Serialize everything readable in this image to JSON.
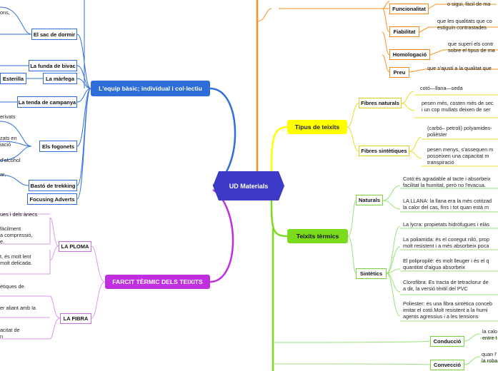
{
  "center": "UD Materials",
  "colors": {
    "blue": "#2f6ed8",
    "orange": "#f7931e",
    "yellow": "#ffff00",
    "green": "#7bdc1e",
    "purple": "#c02ee0",
    "center": "#3d3ac8"
  },
  "equip": {
    "title": "L'equip bàsic; individual i col·lectiu",
    "items": {
      "sac": "El sac de dormir",
      "funda": "La funda de bivac",
      "marfega": "La màrfega",
      "esterilla": "Esterilla",
      "tenda": "La tenda de campanya",
      "fogonets": "Els fogonets",
      "basto": "Bastó de trekking",
      "focusing": "Focusing Adverts"
    },
    "fragments": [
      "ons,",
      "erivats",
      "zats en",
      "iació",
      "d'alcohol",
      "ar,"
    ]
  },
  "farcit": {
    "title": "FARCIT TÈRMIC DELS TEIXITS",
    "ploma": "LA PLOMA",
    "fibra": "LA FIBRA",
    "fragments": [
      "ues i dels ànecs",
      "fàcilment",
      "a compressió,",
      "e.",
      "t, és molt lent",
      "molt delicada.",
      "ètiques de",
      "er aliant amb la",
      "acitat de",
      "n"
    ]
  },
  "qualitat": {
    "items": [
      {
        "label": "Funcionalitat",
        "desc": [
          "o sigui, fàcil de ma"
        ]
      },
      {
        "label": "Fiabilitat",
        "desc": [
          "que les qualitats que co",
          "estiguin contrastades"
        ]
      },
      {
        "label": "Homologació",
        "desc": [
          "que superi els contr",
          "sobre el tipus de ma"
        ]
      },
      {
        "label": "Preu",
        "desc": [
          "que s'ajusti a la qualitat que"
        ]
      }
    ]
  },
  "tipus": {
    "title": "Tipus de teixits",
    "naturals": {
      "label": "Fibres naturals",
      "desc1": [
        "cotó—llana—seda"
      ],
      "desc2": [
        "pesen més, costen més de sec",
        "i un cop mullats deixen de ser"
      ]
    },
    "sintetiques": {
      "label": "Fibres sintètiques",
      "desc1": [
        "(carbó– petroli) polyamides-",
        "polièster"
      ],
      "desc2": [
        "pesen menys, s'assequen m",
        "posseixen una capacitat m",
        "transpiració"
      ]
    }
  },
  "termics": {
    "title": "Teixits tèrmics",
    "naturals": {
      "label": "Naturals",
      "items": [
        [
          "Cotó:és agradable al tacte i absorbeix",
          "facilitat la humitat, però no l'evacua."
        ],
        [
          "LA LLANA: la llana era la més cotitzad",
          "la calor del cas, fins i tot quan està m"
        ]
      ]
    },
    "sintetics": {
      "label": "Sintètics",
      "items": [
        [
          "La lycra: propietats hidròfugues i elàs"
        ],
        [
          "La poliamida: és el conegut niló, prop",
          "molt resistent i a més absorbeix poca"
        ],
        [
          "El polipropilè: és molt lleuger i és el q",
          "quantitat d'aigua absorbeix"
        ],
        [
          "Clorofibra: Es tracta de tetraclorur de",
          "a dir, la versió tèxtil del PVC"
        ],
        [
          "Poliester: és una fibra sintètica conceb",
          "imitar el cotó.Molt resistent a la humi",
          "agents agressius i a les tensions"
        ]
      ]
    }
  },
  "transmissio": {
    "conduccio": {
      "label": "Conducció",
      "desc": [
        "la calo",
        "entre t"
      ]
    },
    "conveccio": {
      "label": "Convecció",
      "desc": [
        "quan l'",
        "la roba"
      ]
    }
  }
}
